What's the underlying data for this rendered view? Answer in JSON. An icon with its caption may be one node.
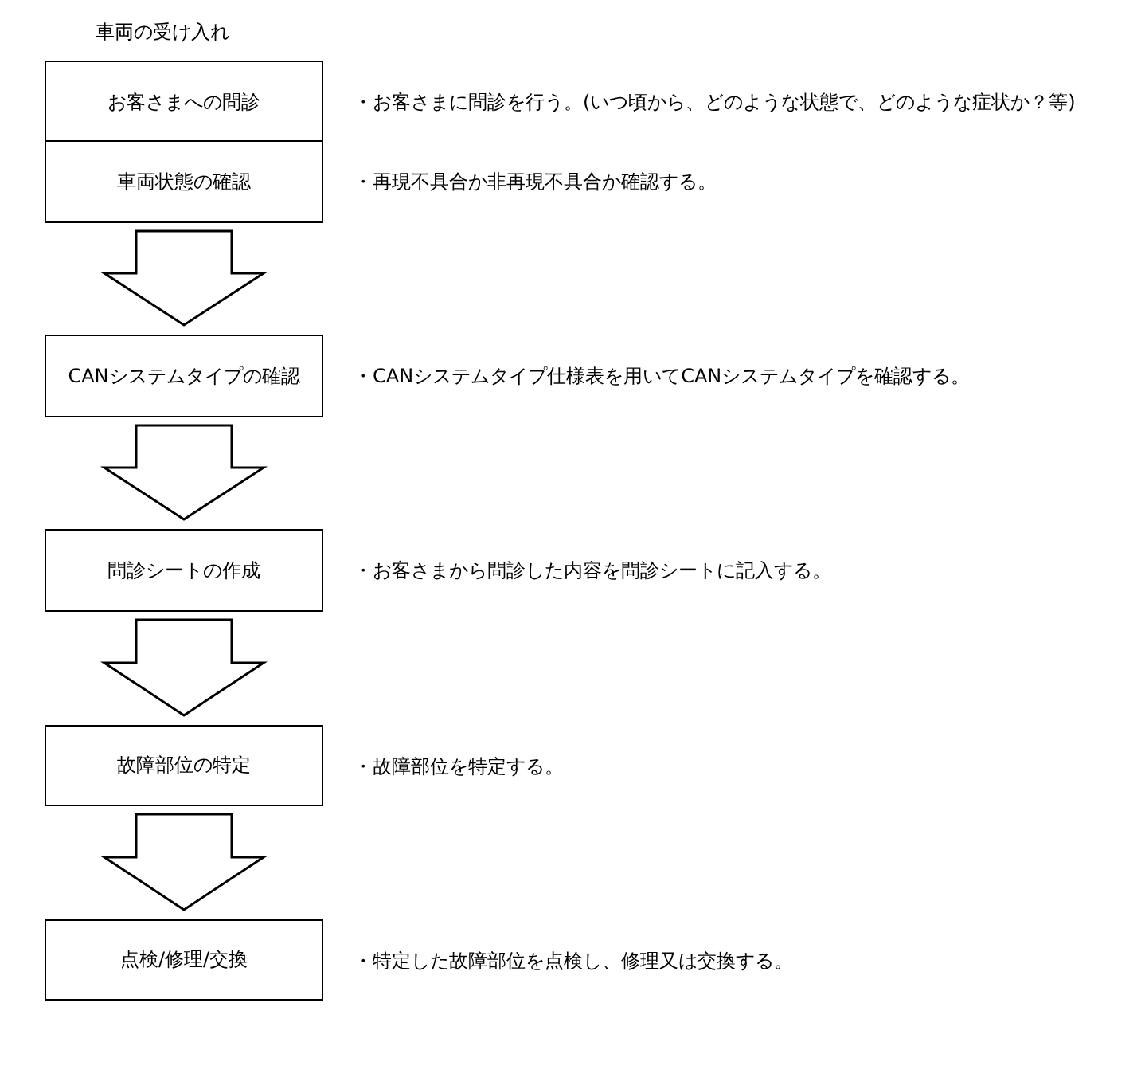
{
  "diagram": {
    "title": "車両の受け入れ",
    "nodes": [
      {
        "text": [
          "お客さまへの問診"
        ],
        "beside": [
          "・お客さまに問診を行う。(いつ頃から、どのような状態で、どのような症状か？等)"
        ]
      },
      {
        "text": [
          "車両状態の確認"
        ],
        "beside": [
          "・再現不具合か非再現不具合か確認する。"
        ]
      },
      {
        "text": [
          "CANシステムタイプの確認"
        ],
        "beside": [
          "・CANシステムタイプ仕様表を用いてCANシステムタイプを確認する。"
        ]
      },
      {
        "text": [
          "問診シートの作成"
        ],
        "beside": [
          "・お客さまから問診した内容を問診シートに記入する。"
        ]
      },
      {
        "text": [
          "故障部位の特定"
        ],
        "beside": [
          "・故障部位を特定する。"
        ]
      },
      {
        "text": [
          "点検/修理/交換"
        ],
        "beside": [
          "・特定した故障部位を点検し、修理又は交換する。"
        ]
      }
    ],
    "edges": [
      {
        "from": 1,
        "to": 2,
        "arrow": "to"
      },
      {
        "from": 2,
        "to": 3,
        "arrow": "to"
      },
      {
        "from": 3,
        "to": 4,
        "arrow": "to"
      },
      {
        "from": 4,
        "to": 5,
        "arrow": "to"
      }
    ]
  }
}
